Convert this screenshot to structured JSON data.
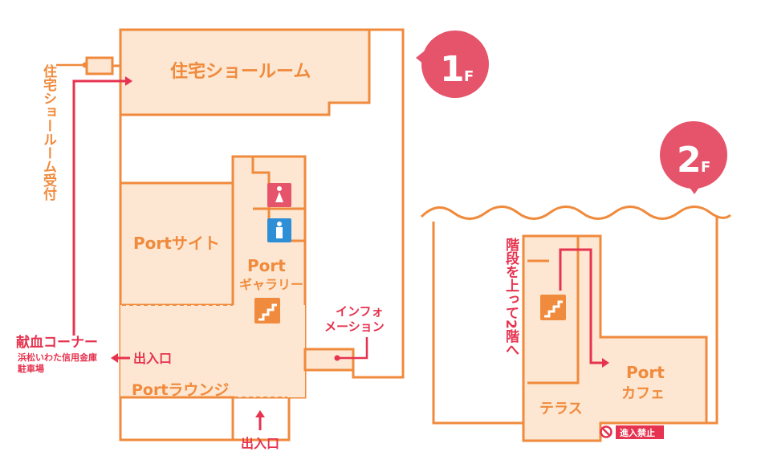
{
  "floor1": {
    "badge": "1",
    "badge_suffix": "F",
    "rooms": {
      "showroom": "住宅ショールーム",
      "port_site": "Portサイト",
      "gallery_line1": "Port",
      "gallery_line2": "ギャラリー",
      "lounge": "Portラウンジ"
    },
    "side_labels": {
      "reception": "住宅ショールーム受付",
      "info_line1": "インフォ",
      "info_line2": "メーション",
      "blood_donation": "献血コーナー",
      "parking_line1": "浜松いわた信用金庫",
      "parking_line2": "駐車場",
      "entrance_left": "出入口",
      "entrance_bottom": "出入口"
    }
  },
  "floor2": {
    "badge": "2",
    "badge_suffix": "F",
    "rooms": {
      "cafe_line1": "Port",
      "cafe_line2": "カフェ",
      "terrace": "テラス"
    },
    "stairs_note": "階段を上って2階へ",
    "no_entry": "進入禁止"
  },
  "colors": {
    "wall": "#f08a3c",
    "floor": "#fde7d2",
    "accent_red": "#e6334f",
    "badge": "#e5546a",
    "restroom_female": "#e5546a",
    "restroom_male": "#2f8fd6"
  },
  "icons": [
    "female-restroom-icon",
    "male-restroom-icon",
    "stairs-icon",
    "no-entry-icon",
    "arrow-icon"
  ]
}
